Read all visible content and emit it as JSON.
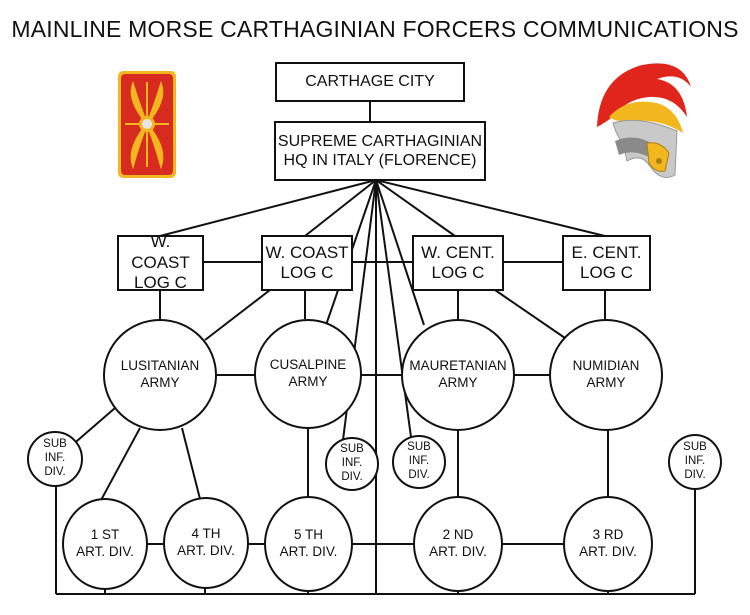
{
  "title": "MAINLINE MORSE CARTHAGINIAN FORCERS COMMUNICATIONS",
  "icons": [
    "roman-shield-icon",
    "roman-helmet-icon"
  ],
  "nodes": {
    "carthage_city": "CARTHAGE CITY",
    "supreme_hq": [
      "SUPREME CARTHAGINIAN",
      "HQ IN ITALY (FLORENCE)"
    ],
    "log_1": [
      "W. COAST",
      "LOG C"
    ],
    "log_2": [
      "W. COAST",
      "LOG C"
    ],
    "log_3": [
      "W. CENT.",
      "LOG C"
    ],
    "log_4": [
      "E. CENT.",
      "LOG C"
    ],
    "army_lusitanian": [
      "LUSITANIAN",
      "ARMY"
    ],
    "army_cusalpine": [
      "CUSALPINE",
      "ARMY"
    ],
    "army_mauretanian": [
      "MAURETANIAN",
      "ARMY"
    ],
    "army_numidian": [
      "NUMIDIAN",
      "ARMY"
    ],
    "sub_1": [
      "SUB",
      "INF.",
      "DIV."
    ],
    "sub_2": [
      "SUB",
      "INF.",
      "DIV."
    ],
    "sub_3": [
      "SUB",
      "INF.",
      "DIV."
    ],
    "sub_4": [
      "SUB",
      "INF.",
      "DIV."
    ],
    "art_1st": [
      "1 ST",
      "ART. DIV."
    ],
    "art_4th": [
      "4 TH",
      "ART. DIV."
    ],
    "art_5th": [
      "5 TH",
      "ART. DIV."
    ],
    "art_2nd": [
      "2 ND",
      "ART. DIV."
    ],
    "art_3rd": [
      "3 RD",
      "ART. DIV."
    ]
  },
  "colors": {
    "line": "#111111",
    "shield_red": "#d62b1e",
    "shield_gold": "#f2b61f",
    "helmet_plume": "#e0261c",
    "helmet_silver": "#c9c9c9",
    "helmet_gold": "#f2b61f"
  }
}
